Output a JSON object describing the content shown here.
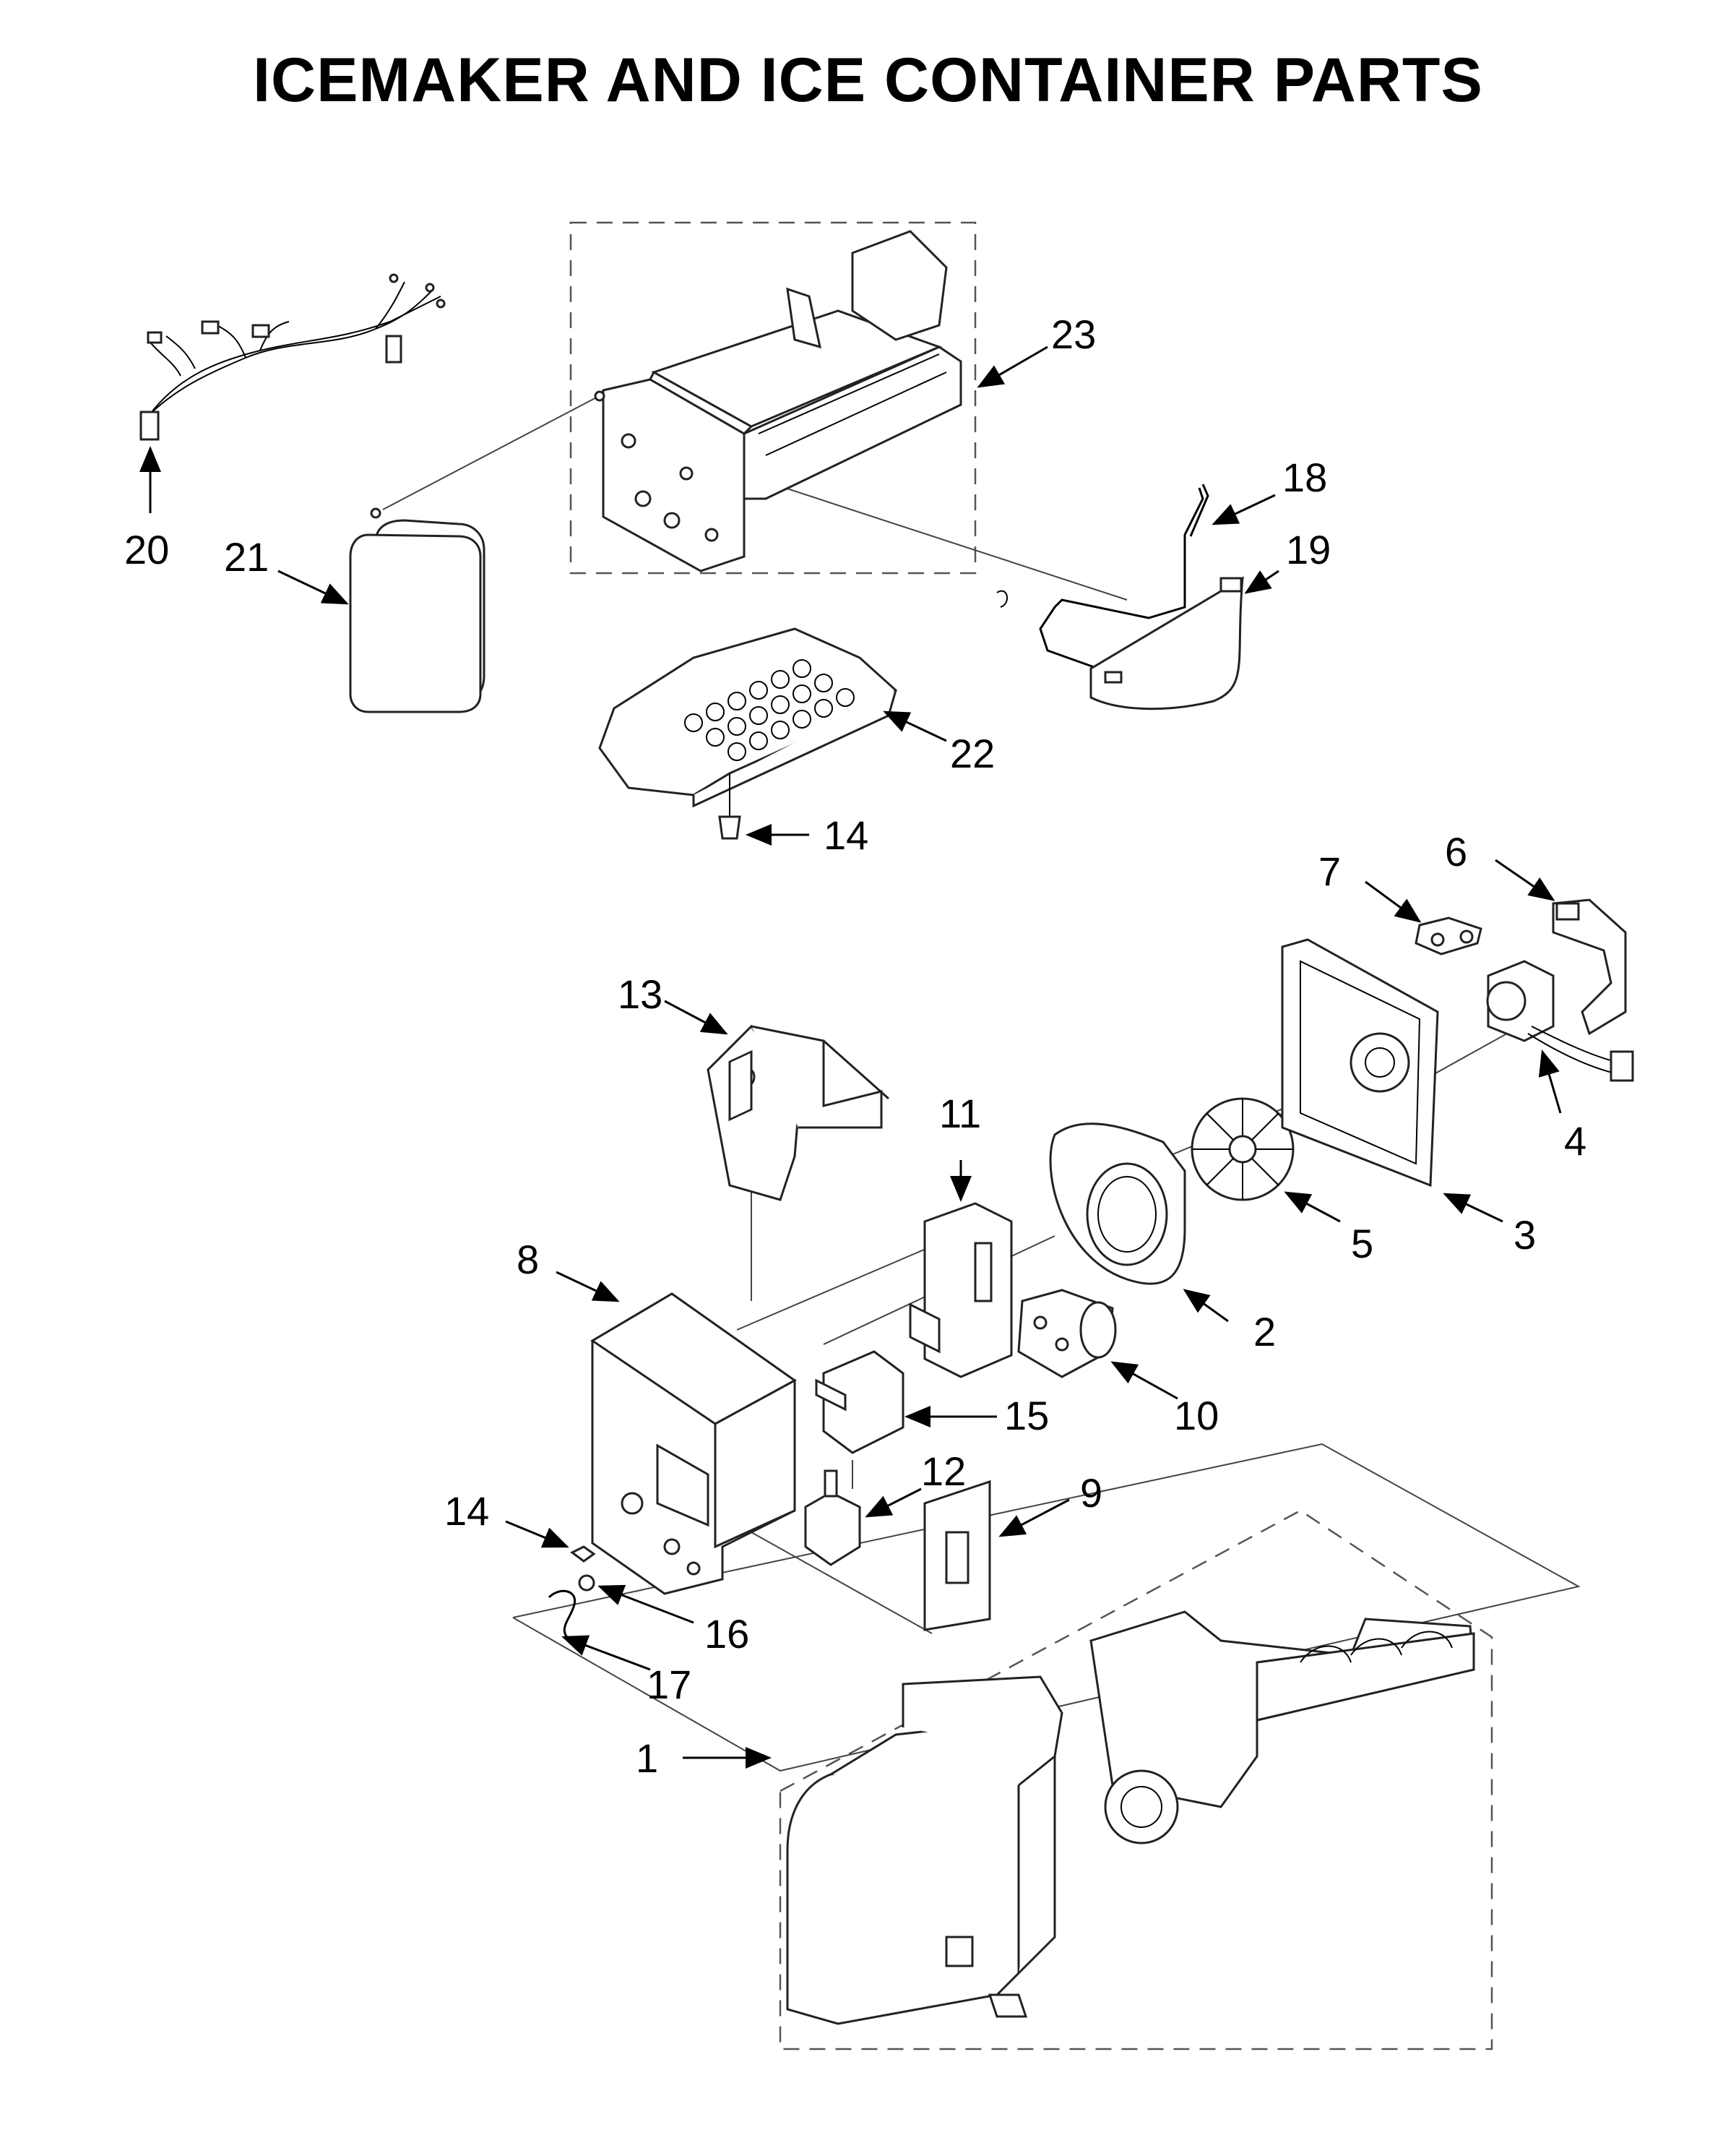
{
  "title": "ICEMAKER AND ICE CONTAINER PARTS",
  "callouts": [
    {
      "id": "1",
      "label": "1"
    },
    {
      "id": "2",
      "label": "2"
    },
    {
      "id": "3",
      "label": "3"
    },
    {
      "id": "4",
      "label": "4"
    },
    {
      "id": "5",
      "label": "5"
    },
    {
      "id": "6",
      "label": "6"
    },
    {
      "id": "7",
      "label": "7"
    },
    {
      "id": "8",
      "label": "8"
    },
    {
      "id": "9",
      "label": "9"
    },
    {
      "id": "10",
      "label": "10"
    },
    {
      "id": "11",
      "label": "11"
    },
    {
      "id": "12",
      "label": "12"
    },
    {
      "id": "13",
      "label": "13"
    },
    {
      "id": "14a",
      "label": "14"
    },
    {
      "id": "14b",
      "label": "14"
    },
    {
      "id": "15",
      "label": "15"
    },
    {
      "id": "16",
      "label": "16"
    },
    {
      "id": "17",
      "label": "17"
    },
    {
      "id": "18",
      "label": "18"
    },
    {
      "id": "19",
      "label": "19"
    },
    {
      "id": "20",
      "label": "20"
    },
    {
      "id": "21",
      "label": "21"
    },
    {
      "id": "22",
      "label": "22"
    },
    {
      "id": "23",
      "label": "23"
    }
  ]
}
